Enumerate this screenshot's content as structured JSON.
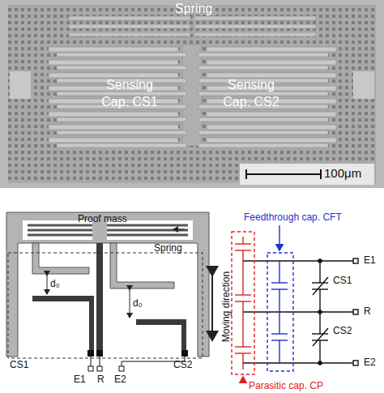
{
  "diagram": {
    "labels": [
      "Spring",
      "Sensing Cap. CS1",
      "Sensing Cap. CS2",
      "100μm",
      "Proof mass",
      "Spring",
      "d₀",
      "d₀",
      "Moving direction",
      "CS1",
      "CS2",
      "E1",
      "R",
      "E2",
      "Feedthrough cap. CFT",
      "Parasitic cap. CP",
      "CS1",
      "CS2",
      "E1",
      "R",
      "E2"
    ]
  }
}
